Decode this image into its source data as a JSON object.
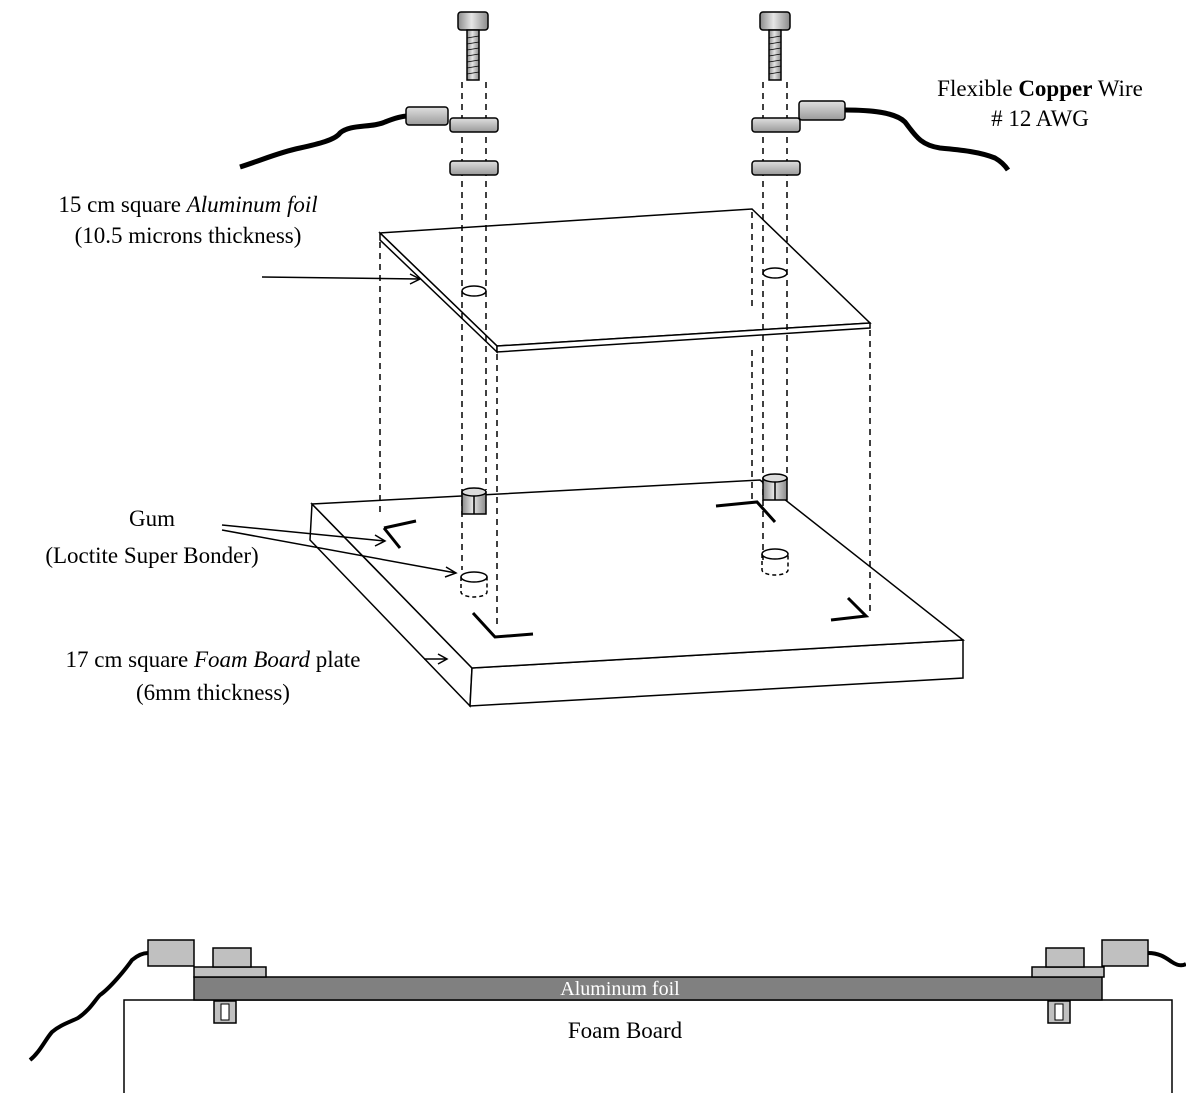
{
  "exploded_view": {
    "copper_wire_label": {
      "pre": "Flexible ",
      "bold": "Copper",
      "post": " Wire",
      "line2": "# 12 AWG"
    },
    "aluminum_label": {
      "pre": "15 cm square ",
      "italic": "Aluminum foil",
      "line2": "(10.5 microns thickness)"
    },
    "gum_label": {
      "line1": "Gum",
      "line2": "(Loctite Super Bonder)"
    },
    "foam_label": {
      "pre": "17 cm square ",
      "italic": "Foam Board",
      "post": " plate",
      "line2": "(6mm thickness)"
    }
  },
  "section_view": {
    "aluminum_label": "Aluminum foil",
    "foam_label": "Foam Board"
  },
  "colors": {
    "hardware_fill": "#c0c0c0",
    "foil_section_fill": "#808080",
    "wire": "#000000"
  }
}
